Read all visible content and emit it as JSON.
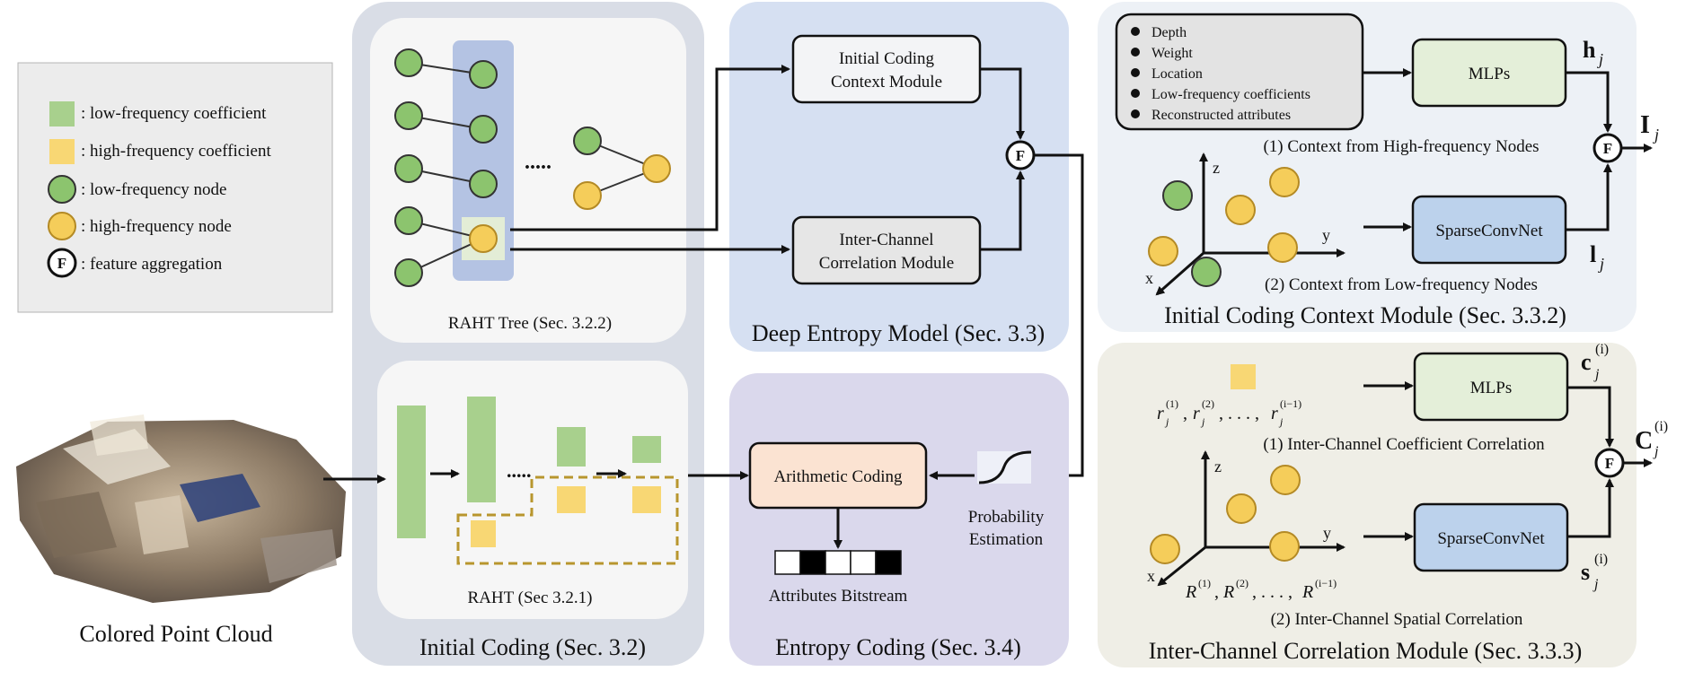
{
  "colors": {
    "low_freq": "#a8d08d",
    "high_freq": "#f8d774",
    "low_node": "#8cc46e",
    "high_node": "#f5cd5a",
    "panel_initial_coding": "#d9dde6",
    "panel_deep_entropy": "#d6e0f2",
    "panel_entropy_coding": "#dad8ec",
    "panel_context": "#edf1f6",
    "panel_intercorr": "#efeee6",
    "box_mlp": "#e4efd9",
    "box_sparse": "#bcd2ec",
    "box_arith": "#fbe3d2",
    "dashed": "#b8962e"
  },
  "legend": {
    "items": [
      {
        "icon": "low-frequency-coefficient-square",
        "label": ": low-frequency coefficient"
      },
      {
        "icon": "high-frequency-coefficient-square",
        "label": ": high-frequency coefficient"
      },
      {
        "icon": "low-frequency-node-circle",
        "label": ": low-frequency node"
      },
      {
        "icon": "high-frequency-node-circle",
        "label": ": high-frequency node"
      },
      {
        "icon": "feature-aggregation-f-icon",
        "label": ": feature aggregation"
      }
    ],
    "f_glyph": "F"
  },
  "input": {
    "label": "Colored Point Cloud"
  },
  "initial_coding": {
    "title": "Initial Coding (Sec. 3.2)",
    "raht_tree_label": "RAHT Tree (Sec. 3.2.2)",
    "raht_label": "RAHT (Sec 3.2.1)",
    "tree_dots": ".....",
    "raht_dots": "....."
  },
  "deep_entropy": {
    "title": "Deep Entropy Model (Sec. 3.3)",
    "initial_ctx_line1": "Initial Coding",
    "initial_ctx_line2": "Context Module",
    "inter_ch_line1": "Inter-Channel",
    "inter_ch_line2": "Correlation Module"
  },
  "entropy_coding": {
    "title": "Entropy Coding (Sec. 3.4)",
    "arith": "Arithmetic Coding",
    "bitstream": "Attributes Bitstream",
    "prob_line1": "Probability",
    "prob_line2": "Estimation"
  },
  "context_module": {
    "title": "Initial Coding Context Module (Sec. 3.3.2)",
    "features": [
      "Depth",
      "Weight",
      "Location",
      "Low-frequency coefficients",
      "Reconstructed attributes"
    ],
    "mlps": "MLPs",
    "sparse": "SparseConvNet",
    "caption_high": "(1) Context from High-frequency Nodes",
    "caption_low": "(2) Context from Low-frequency Nodes",
    "h_sym": "h",
    "l_sym": "l",
    "I_sym": "I",
    "sub_j": "j",
    "axis_z": "z",
    "axis_y": "y",
    "axis_x": "x"
  },
  "intercorr_module": {
    "title": "Inter-Channel Correlation Module (Sec. 3.3.3)",
    "mlps": "MLPs",
    "sparse": "SparseConvNet",
    "caption_coeff": "(1) Inter-Channel Coefficient Correlation",
    "caption_spatial": "(2) Inter-Channel Spatial Correlation",
    "r_seq_a": "r",
    "r_seq_b": "(1)",
    "r_seq_c": "j",
    "r_seq_full": "r(1), r(2), . . . , r(i−1)",
    "R_seq_full": "R(1), R(2), . . . , R(i−1)",
    "c_sym": "c",
    "s_sym": "s",
    "C_sym": "C",
    "sup_i": "(i)",
    "sub_j": "j",
    "sup_1": "(1)",
    "sup_2": "(2)",
    "sup_im1": "(i−1)",
    "axis_z": "z",
    "axis_y": "y",
    "axis_x": "x"
  }
}
